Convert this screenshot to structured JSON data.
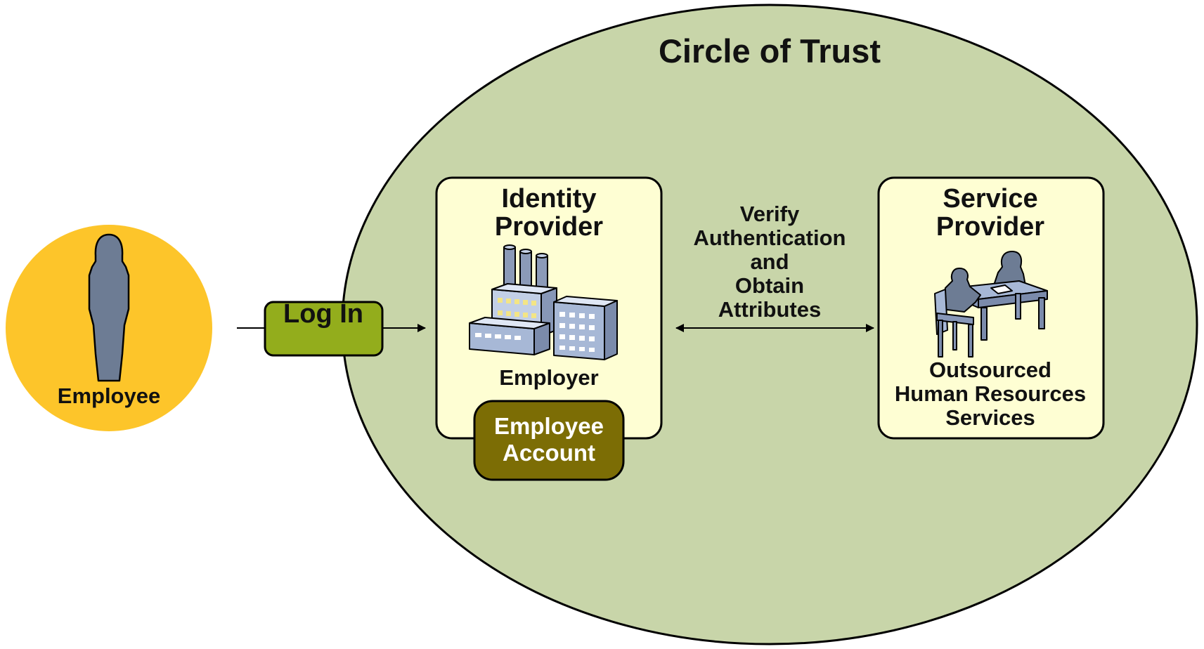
{
  "title": "Circle of Trust",
  "actor": {
    "label": "Employee",
    "icon": "person-silhouette-icon"
  },
  "login": {
    "label": "Log In"
  },
  "identity_provider": {
    "title_lines": [
      "Identity",
      "Provider"
    ],
    "caption": "Employer",
    "icon": "factory-icon",
    "account_lines": [
      "Employee",
      "Account"
    ]
  },
  "exchange": {
    "lines": [
      "Verify",
      "Authentication",
      "and",
      "Obtain",
      "Attributes"
    ]
  },
  "service_provider": {
    "title_lines": [
      "Service",
      "Provider"
    ],
    "caption_lines": [
      "Outsourced",
      "Human Resources",
      "Services"
    ],
    "icon": "people-at-desk-icon"
  },
  "colors": {
    "trust_circle": "#c8d5a9",
    "actor_circle": "#fdc52a",
    "provider_box": "#fefed3",
    "login_box": "#93ad1c",
    "account_box": "#7c6d05",
    "icon_body": "#6d7c94",
    "building": "#a7b8d6"
  }
}
